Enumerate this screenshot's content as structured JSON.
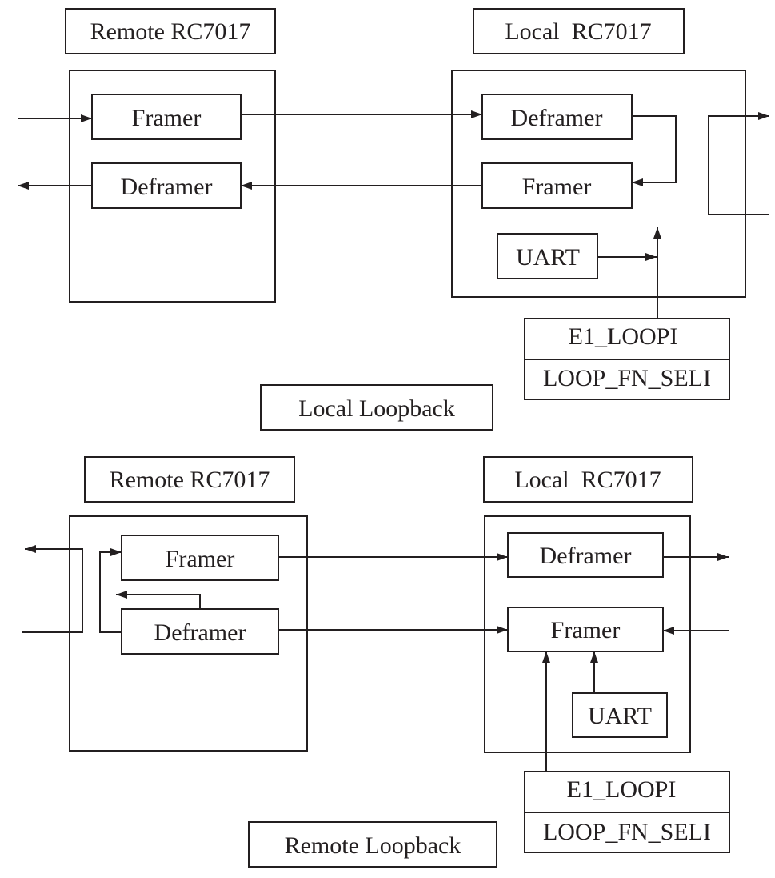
{
  "local_loopback": {
    "remote_label": "Remote RC7017",
    "local_label": "Local  RC7017",
    "remote_framer": "Framer",
    "remote_deframer": "Deframer",
    "local_deframer": "Deframer",
    "local_framer": "Framer",
    "uart": "UART",
    "reg_field": "E1_LOOPI",
    "reg_name": "LOOP_FN_SELI",
    "caption": "Local Loopback"
  },
  "remote_loopback": {
    "remote_label": "Remote RC7017",
    "local_label": "Local  RC7017",
    "remote_framer": "Framer",
    "remote_deframer": "Deframer",
    "local_deframer": "Deframer",
    "local_framer": "Framer",
    "uart": "UART",
    "reg_field": "E1_LOOPI",
    "reg_name": "LOOP_FN_SELI",
    "caption": "Remote Loopback"
  }
}
